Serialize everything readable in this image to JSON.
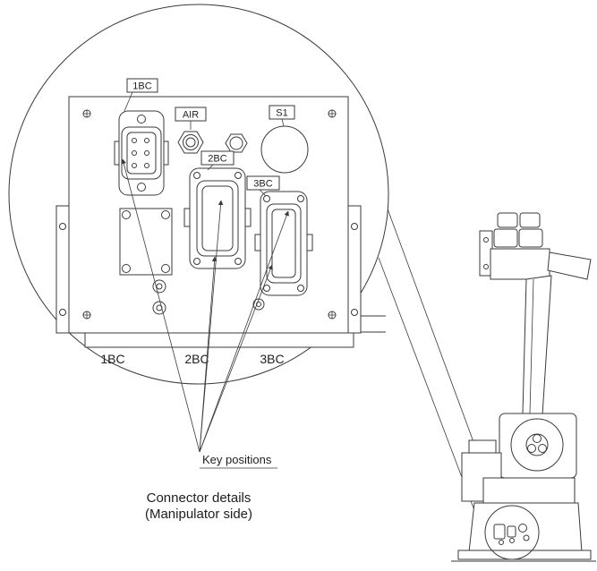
{
  "diagram": {
    "labels": {
      "c1bc": "1BC",
      "air": "AIR",
      "s1": "S1",
      "c2bc": "2BC",
      "c3bc": "3BC"
    },
    "bottom_labels": [
      "1BC",
      "2BC",
      "3BC"
    ],
    "key_positions": "Key positions",
    "caption": {
      "line1": "Connector details",
      "line2": "(Manipulator side)"
    },
    "colors": {
      "line": "#3a3a3a",
      "text": "#1e1e1e",
      "background": "#ffffff"
    }
  }
}
